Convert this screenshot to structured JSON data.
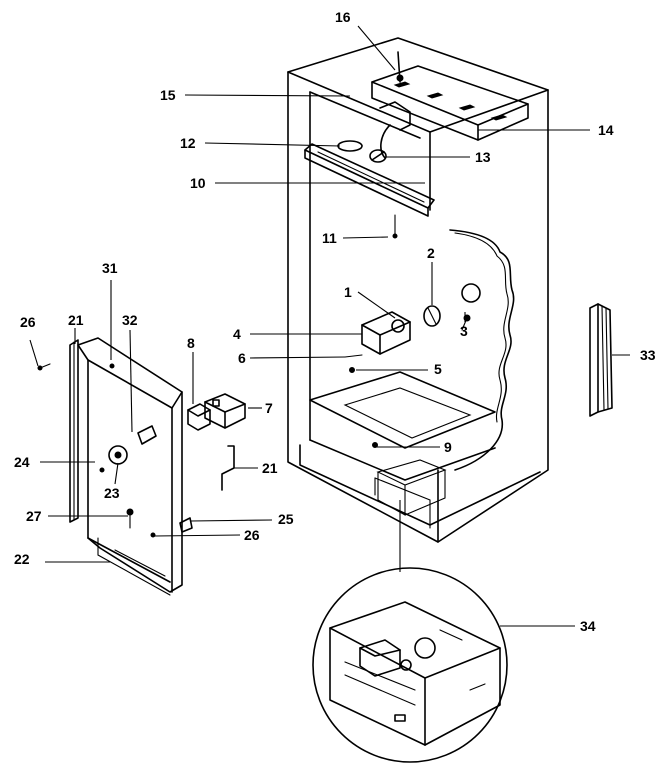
{
  "callouts": [
    {
      "id": "c1",
      "label": "1"
    },
    {
      "id": "c2",
      "label": "2"
    },
    {
      "id": "c3",
      "label": "3"
    },
    {
      "id": "c4",
      "label": "4"
    },
    {
      "id": "c5",
      "label": "5"
    },
    {
      "id": "c6",
      "label": "6"
    },
    {
      "id": "c7",
      "label": "7"
    },
    {
      "id": "c8",
      "label": "8"
    },
    {
      "id": "c9",
      "label": "9"
    },
    {
      "id": "c10",
      "label": "10"
    },
    {
      "id": "c11",
      "label": "11"
    },
    {
      "id": "c12",
      "label": "12"
    },
    {
      "id": "c13",
      "label": "13"
    },
    {
      "id": "c14",
      "label": "14"
    },
    {
      "id": "c15",
      "label": "15"
    },
    {
      "id": "c16",
      "label": "16"
    },
    {
      "id": "c21a",
      "label": "21"
    },
    {
      "id": "c21b",
      "label": "21"
    },
    {
      "id": "c22",
      "label": "22"
    },
    {
      "id": "c23",
      "label": "23"
    },
    {
      "id": "c24",
      "label": "24"
    },
    {
      "id": "c25",
      "label": "25"
    },
    {
      "id": "c26a",
      "label": "26"
    },
    {
      "id": "c26b",
      "label": "26"
    },
    {
      "id": "c27",
      "label": "27"
    },
    {
      "id": "c31",
      "label": "31"
    },
    {
      "id": "c32",
      "label": "32"
    },
    {
      "id": "c33",
      "label": "33"
    },
    {
      "id": "c34",
      "label": "34"
    }
  ]
}
